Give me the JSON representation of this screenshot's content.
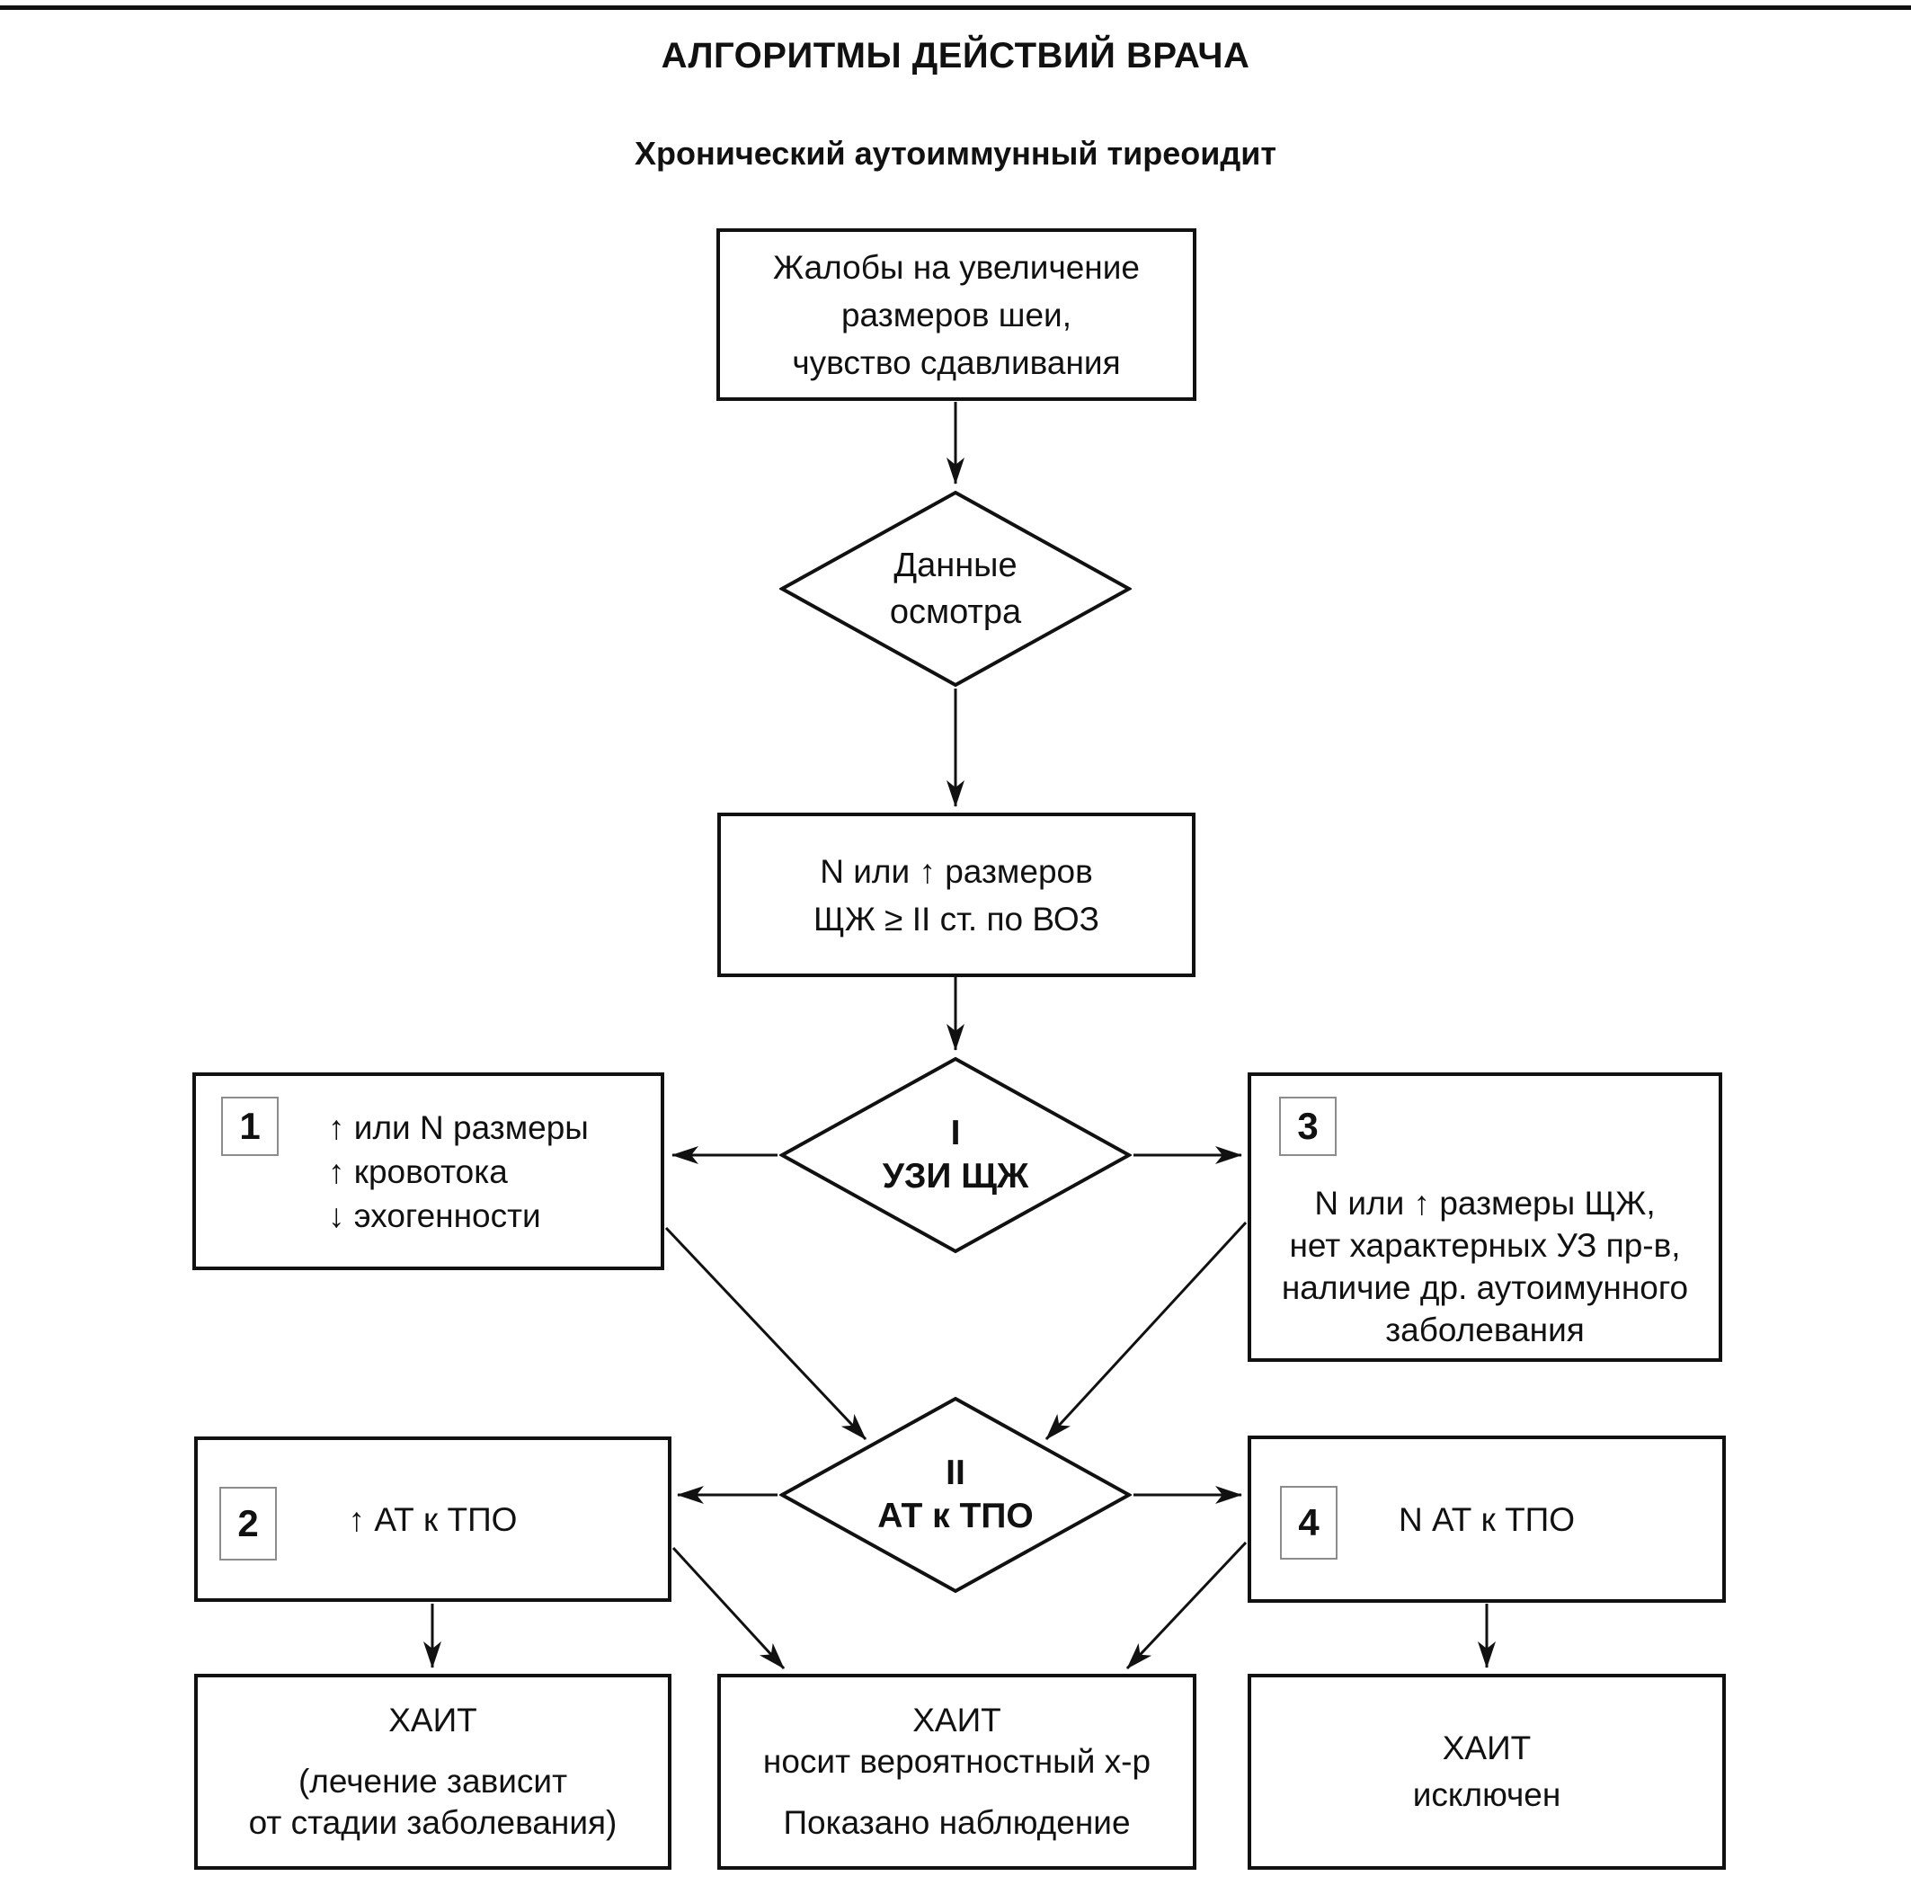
{
  "title": "АЛГОРИТМЫ ДЕЙСТВИЙ ВРАЧА",
  "subtitle": "Хронический аутоиммунный тиреоидит",
  "flow": {
    "complaints": {
      "l1": "Жалобы на увеличение",
      "l2": "размеров шеи,",
      "l3": "чувство сдавливания"
    },
    "exam_diamond": {
      "l1": "Данные",
      "l2": "осмотра"
    },
    "size_box": {
      "l1": "N или ↑ размеров",
      "l2": "ЩЖ ≥ II ст. по ВОЗ"
    },
    "ultrasound_diamond": {
      "numeral": "I",
      "label": "УЗИ ЩЖ"
    },
    "result1": {
      "badge": "1",
      "l1": "↑ или N размеры",
      "l2": "↑ кровотока",
      "l3": "↓ эхогенности"
    },
    "result3": {
      "badge": "3",
      "l1": "N или ↑ размеры ЩЖ,",
      "l2": "нет характерных УЗ пр-в,",
      "l3": "наличие др. аутоимунного",
      "l4": "заболевания"
    },
    "antibodies_diamond": {
      "numeral": "II",
      "label": "АТ к ТПО"
    },
    "result2": {
      "badge": "2",
      "label": "↑ АТ к ТПО"
    },
    "result4": {
      "badge": "4",
      "label": "N АТ к ТПО"
    },
    "outcome_treat": {
      "l1": "ХАИТ",
      "l2": "(лечение зависит",
      "l3": "от стадии заболевания)"
    },
    "outcome_observe": {
      "l1": "ХАИТ",
      "l2": "носит вероятностный х-р",
      "l3": "Показано наблюдение"
    },
    "outcome_excluded": {
      "l1": "ХАИТ",
      "l2": "исключен"
    }
  },
  "colors": {
    "ink": "#111111",
    "badge_border": "#8c8c8c",
    "background": "#ffffff"
  }
}
